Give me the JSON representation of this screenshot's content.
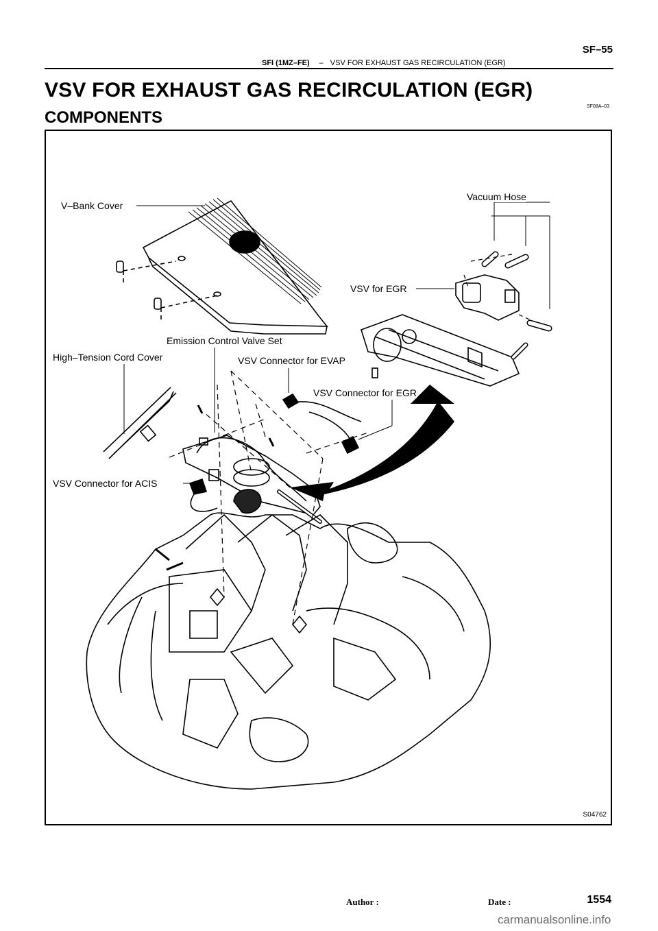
{
  "header": {
    "page_id": "SF–55",
    "section": "SFI (1MZ–FE)",
    "separator": "–",
    "topic": "VSV FOR EXHAUST GAS RECIRCULATION (EGR)"
  },
  "title": "VSV FOR EXHAUST GAS RECIRCULATION (EGR)",
  "subtitle": "COMPONENTS",
  "doc_code": "SF08A–03",
  "figure": {
    "code": "S04762",
    "labels": {
      "vbank_cover": "V–Bank Cover",
      "vacuum_hose": "Vacuum Hose",
      "vsv_for_egr": "VSV for EGR",
      "emission_valve_set": "Emission Control Valve Set",
      "ht_cord_cover": "High–Tension Cord Cover",
      "vsv_conn_evap": "VSV Connector for EVAP",
      "vsv_conn_egr": "VSV Connector for EGR",
      "vsv_conn_acis": "VSV Connector for ACIS"
    }
  },
  "footer": {
    "author_label": "Author :",
    "date_label": "Date :",
    "page": "1554"
  },
  "watermark": "carmanualsonline.info"
}
